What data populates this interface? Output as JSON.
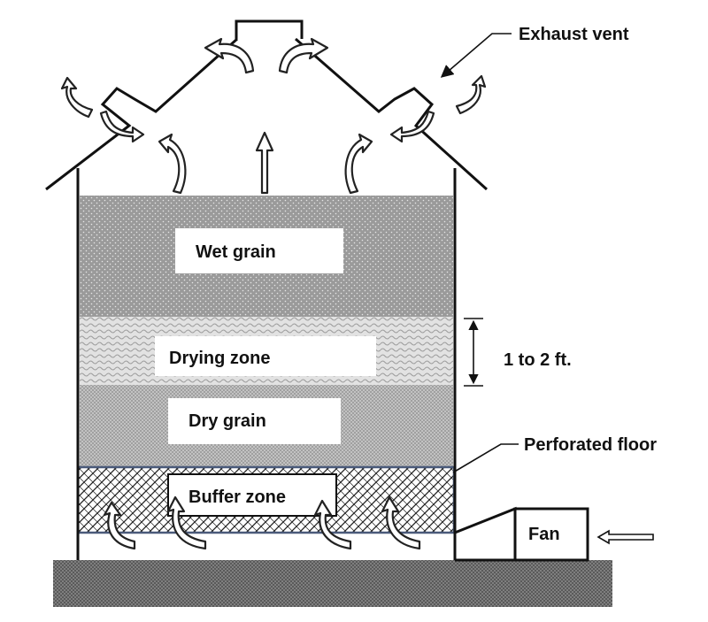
{
  "labels": {
    "wet_grain": "Wet grain",
    "drying_zone": "Drying zone",
    "dry_grain": "Dry grain",
    "buffer_zone": "Buffer zone",
    "fan": "Fan",
    "exhaust_vent": "Exhaust vent",
    "perforated_floor": "Perforated floor",
    "zone_depth": "1 to 2 ft."
  },
  "colors": {
    "wet_grain_fill": "#9a9a9a",
    "drying_zone_fill": "#d4d4d4",
    "dry_grain_fill": "#c2c2c2",
    "buffer_zone_fill": "#ffffff",
    "perforated_floor_line": "#4a5a7a",
    "ground_fill": "#7f7f7f",
    "outline": "#111111"
  }
}
